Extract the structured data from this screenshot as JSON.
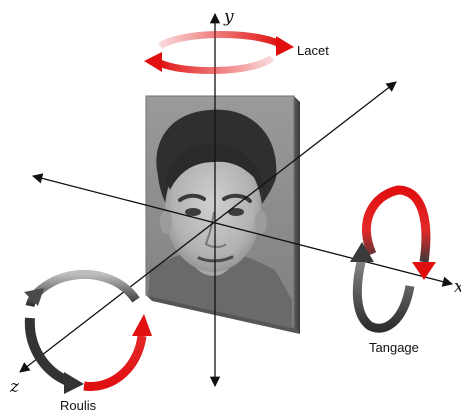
{
  "axes": {
    "y": "y",
    "x": "x",
    "z": "z"
  },
  "rotations": {
    "yaw": "Lacet",
    "pitch": "Tangage",
    "roll": "Roulis"
  },
  "colors": {
    "axis": "#111111",
    "arrow_red": "#e01010",
    "arrow_dark": "#3a3a3a",
    "photo_frame": "#6f6f6f"
  }
}
